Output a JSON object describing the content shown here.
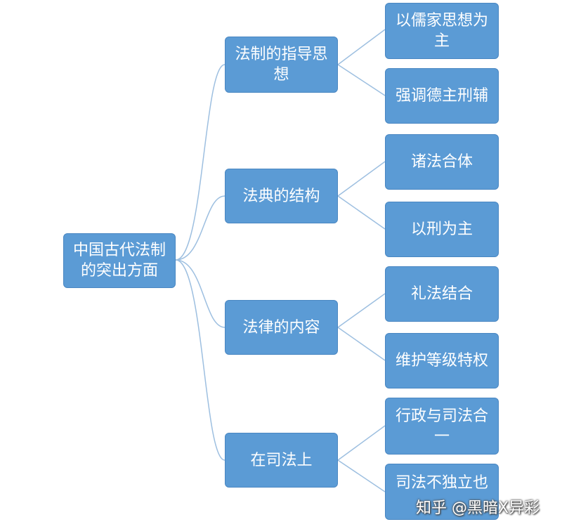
{
  "root": {
    "label": "中国古代法制的突出方面"
  },
  "branches": [
    {
      "label": "法制的指导思想",
      "children": [
        "以儒家思想为主",
        "强调德主刑辅"
      ]
    },
    {
      "label": "法典的结构",
      "children": [
        "诸法合体",
        "以刑为主"
      ]
    },
    {
      "label": "法律的内容",
      "children": [
        "礼法结合",
        "维护等级特权"
      ]
    },
    {
      "label": "在司法上",
      "children": [
        "行政与司法合一",
        "司法不独立也"
      ]
    }
  ],
  "watermark": "知乎 @黑暗X异彩",
  "colors": {
    "node_fill": "#5b9bd5",
    "node_border": "#4a87c2",
    "connector": "#9dbfe0",
    "text": "#ffffff"
  }
}
